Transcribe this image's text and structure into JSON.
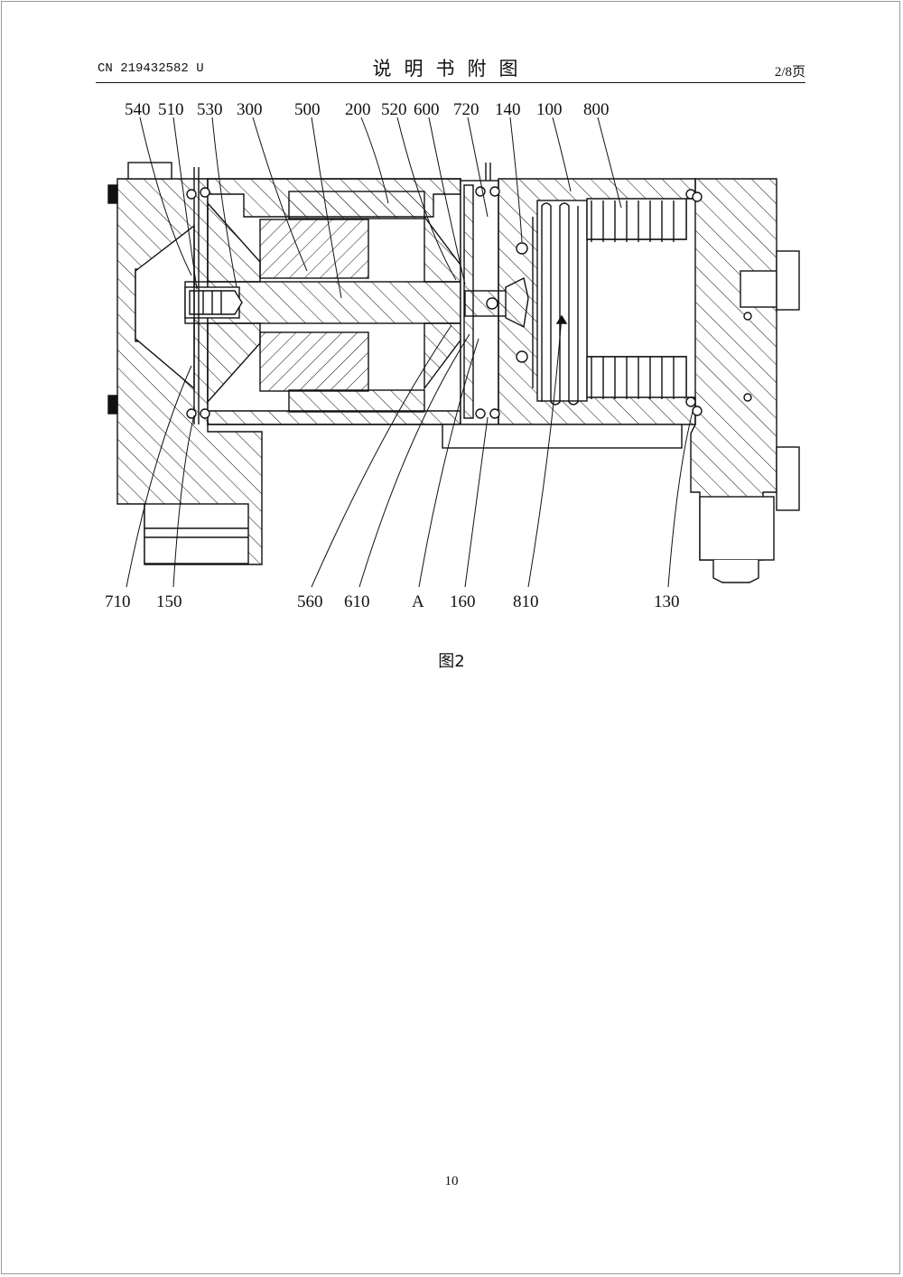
{
  "header": {
    "patent_number": "CN 219432582 U",
    "section_title": "说明书附图",
    "page_of": "2/8页"
  },
  "figure": {
    "caption": "图2",
    "labels_top": [
      "540",
      "510",
      "530",
      "300",
      "500",
      "200",
      "520",
      "600",
      "720",
      "140",
      "100",
      "800"
    ],
    "labels_bottom": [
      "710",
      "150",
      "560",
      "610",
      "A",
      "160",
      "810",
      "130"
    ]
  },
  "footer": {
    "page_number": "10"
  }
}
